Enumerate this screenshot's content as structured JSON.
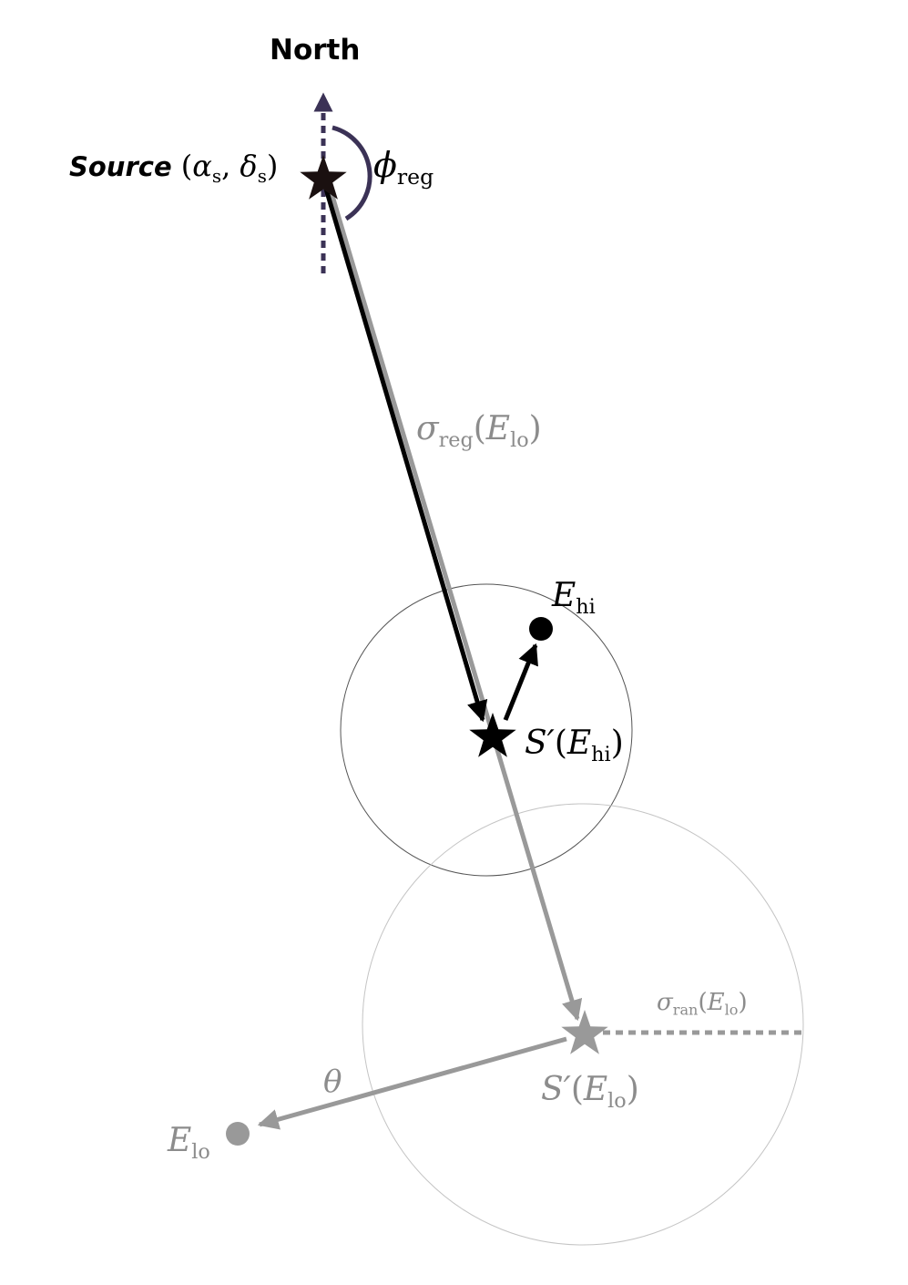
{
  "labels": {
    "north": "North",
    "source_word": "Source",
    "source_coords_open": "(",
    "source_alpha": "α",
    "source_alpha_sub": "s",
    "source_sep": ", ",
    "source_delta": "δ",
    "source_delta_sub": "s",
    "source_coords_close": ")",
    "phi": "ϕ",
    "phi_sub": "reg",
    "sigma_reg": "σ",
    "sigma_reg_sub": "reg",
    "sigma_reg_arg_open": "(",
    "sigma_reg_arg": "E",
    "sigma_reg_arg_sub": "lo",
    "sigma_reg_arg_close": ")",
    "e_hi": "E",
    "e_hi_sub": "hi",
    "s_hi": "S′",
    "s_hi_open": "(",
    "s_hi_arg": "E",
    "s_hi_arg_sub": "hi",
    "s_hi_close": ")",
    "sigma_ran": "σ",
    "sigma_ran_sub": "ran",
    "sigma_ran_open": "(",
    "sigma_ran_arg": "E",
    "sigma_ran_arg_sub": "lo",
    "sigma_ran_close": ")",
    "theta": "θ",
    "s_lo": "S′",
    "s_lo_open": "(",
    "s_lo_arg": "E",
    "s_lo_arg_sub": "lo",
    "s_lo_close": ")",
    "e_lo": "E",
    "e_lo_sub": "lo"
  },
  "colors": {
    "north_axis": "#3b3256",
    "primary": "#000000",
    "secondary": "#999999",
    "circle_hi": "#555555",
    "circle_lo": "#c4c4c4",
    "source_star": "#1a1010"
  }
}
